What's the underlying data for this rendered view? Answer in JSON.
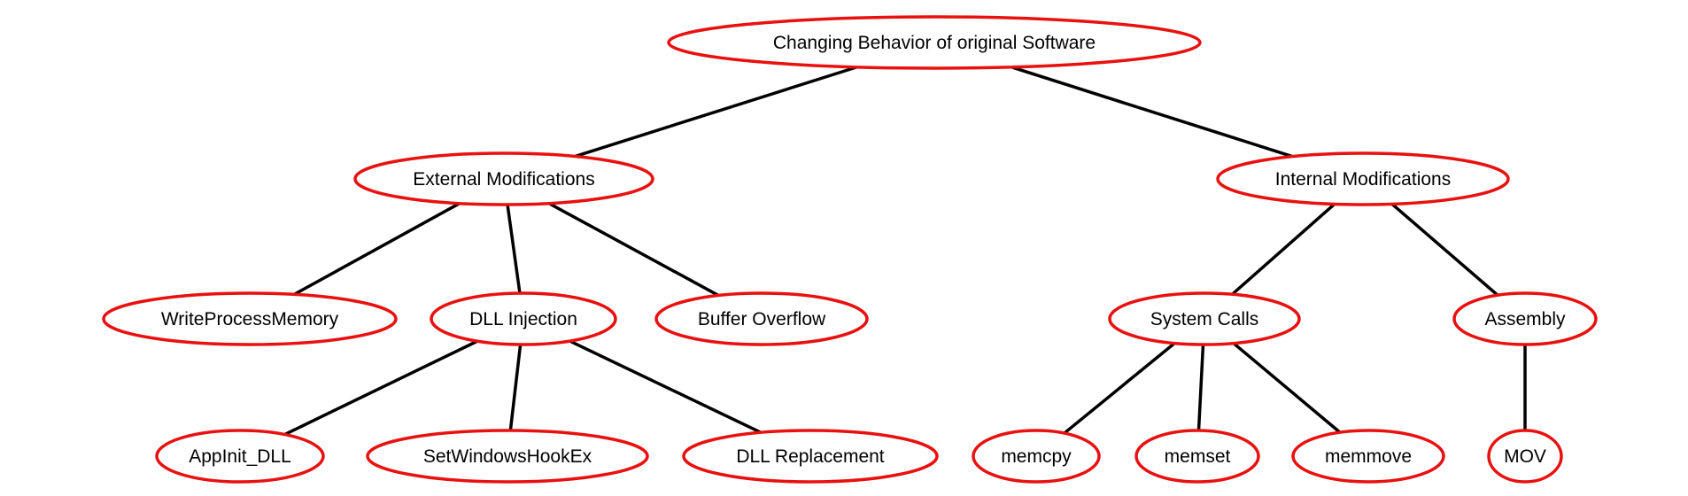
{
  "diagram": {
    "type": "tree",
    "colors": {
      "node_border": "#e8110f",
      "edge": "#000000",
      "background": "#ffffff",
      "text": "#000000"
    },
    "nodes": [
      {
        "id": "root",
        "label": "Changing Behavior of original Software"
      },
      {
        "id": "external",
        "label": "External Modifications"
      },
      {
        "id": "internal",
        "label": "Internal Modifications"
      },
      {
        "id": "wpm",
        "label": "WriteProcessMemory"
      },
      {
        "id": "dll_injection",
        "label": "DLL Injection"
      },
      {
        "id": "buffer_overflow",
        "label": "Buffer Overflow"
      },
      {
        "id": "system_calls",
        "label": "System Calls"
      },
      {
        "id": "assembly",
        "label": "Assembly"
      },
      {
        "id": "appinit",
        "label": "AppInit_DLL"
      },
      {
        "id": "setwindowshookex",
        "label": "SetWindowsHookEx"
      },
      {
        "id": "dll_replacement",
        "label": "DLL Replacement"
      },
      {
        "id": "memcpy",
        "label": "memcpy"
      },
      {
        "id": "memset",
        "label": "memset"
      },
      {
        "id": "memmove",
        "label": "memmove"
      },
      {
        "id": "mov",
        "label": "MOV"
      }
    ],
    "edges": [
      {
        "from": "root",
        "to": "external"
      },
      {
        "from": "root",
        "to": "internal"
      },
      {
        "from": "external",
        "to": "wpm"
      },
      {
        "from": "external",
        "to": "dll_injection"
      },
      {
        "from": "external",
        "to": "buffer_overflow"
      },
      {
        "from": "internal",
        "to": "system_calls"
      },
      {
        "from": "internal",
        "to": "assembly"
      },
      {
        "from": "dll_injection",
        "to": "appinit"
      },
      {
        "from": "dll_injection",
        "to": "setwindowshookex"
      },
      {
        "from": "dll_injection",
        "to": "dll_replacement"
      },
      {
        "from": "system_calls",
        "to": "memcpy"
      },
      {
        "from": "system_calls",
        "to": "memset"
      },
      {
        "from": "system_calls",
        "to": "memmove"
      },
      {
        "from": "assembly",
        "to": "mov"
      }
    ]
  }
}
